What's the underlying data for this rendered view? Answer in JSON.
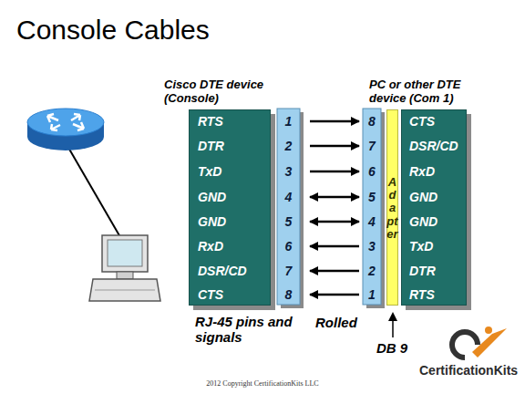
{
  "diagram": {
    "title": "Console Cables",
    "nodes": [
      {
        "text": [
          "Cisco DTE device (Console)",
          "RTS",
          "DTR",
          "TxD",
          "GND",
          "GND",
          "RxD",
          "DSR/CD",
          "CTS"
        ]
      },
      {
        "text": [
          "1"
        ]
      },
      {
        "text": [
          "2"
        ]
      },
      {
        "text": [
          "3"
        ]
      },
      {
        "text": [
          "4"
        ]
      },
      {
        "text": [
          "5"
        ]
      },
      {
        "text": [
          "6"
        ]
      },
      {
        "text": [
          "7"
        ]
      },
      {
        "text": [
          "8"
        ]
      },
      {
        "text": [
          "8"
        ]
      },
      {
        "text": [
          "7"
        ]
      },
      {
        "text": [
          "6"
        ]
      },
      {
        "text": [
          "5"
        ]
      },
      {
        "text": [
          "4"
        ]
      },
      {
        "text": [
          "3"
        ]
      },
      {
        "text": [
          "2"
        ]
      },
      {
        "text": [
          "1"
        ]
      },
      {
        "text": [
          "Adapter"
        ]
      },
      {
        "text": [
          "PC or other DTE device (Com 1)",
          "CTS",
          "DSR/CD",
          "RxD",
          "GND",
          "GND",
          "TxD",
          "DTR",
          "RTS"
        ]
      }
    ],
    "edges": [
      {
        "from": 1,
        "to": 9,
        "arrow": "to"
      },
      {
        "from": 2,
        "to": 10,
        "arrow": "to"
      },
      {
        "from": 3,
        "to": 11,
        "arrow": "to"
      },
      {
        "from": 4,
        "to": 12,
        "arrow": "both"
      },
      {
        "from": 5,
        "to": 13,
        "arrow": "both"
      },
      {
        "from": 14,
        "to": 6,
        "arrow": "to"
      },
      {
        "from": 15,
        "to": 7,
        "arrow": "to"
      },
      {
        "from": 16,
        "to": 8,
        "arrow": "to"
      }
    ],
    "labels": [
      "RJ-45 pins and signals",
      "Rolled",
      "DB 9",
      "2012 Copyright CertificationKits LLC",
      "CertificationKits"
    ]
  }
}
